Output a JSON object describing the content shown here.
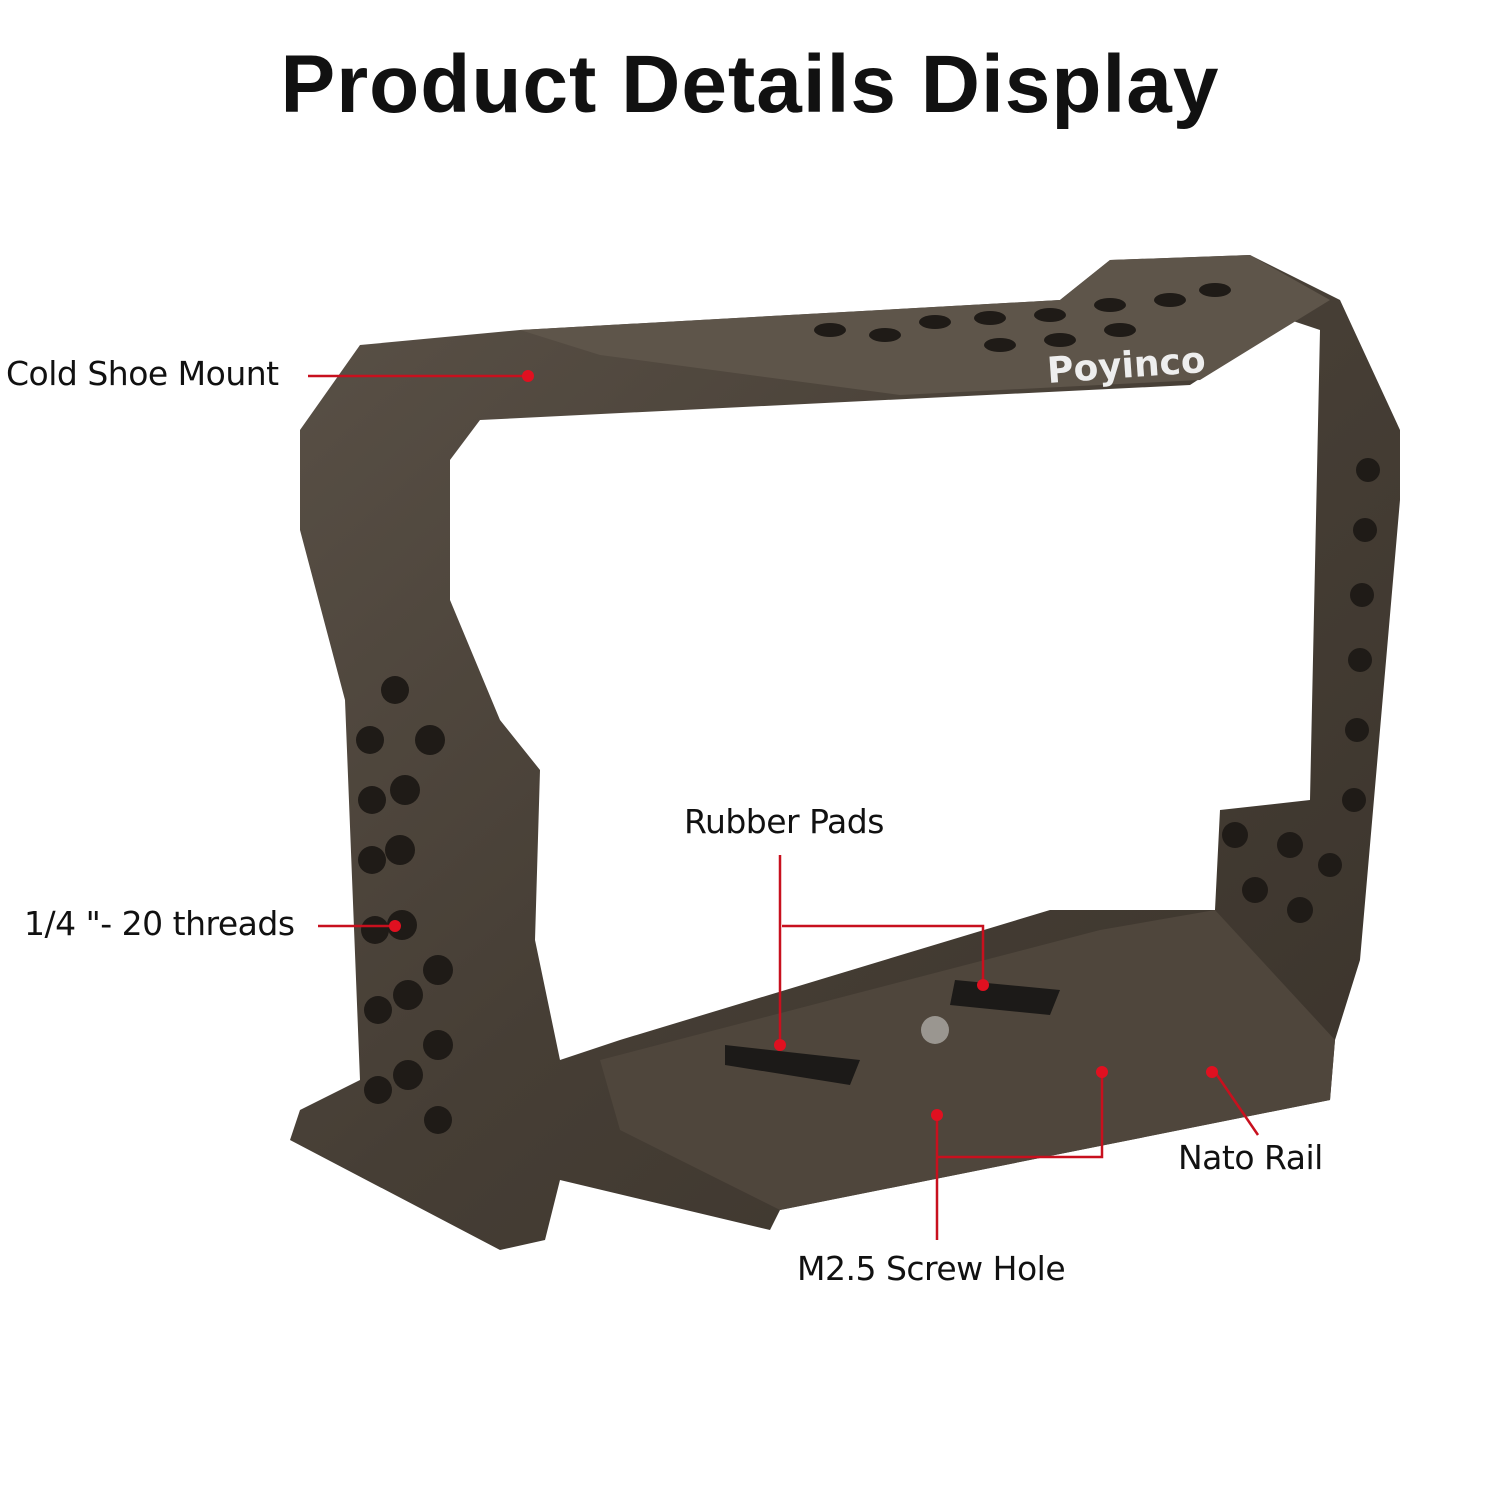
{
  "title": "Product Details Display",
  "brand_logo": "Poyinco",
  "callouts": {
    "cold_shoe": "Cold Shoe Mount",
    "threads": "1/4 \"- 20 threads",
    "rubber_pads": "Rubber Pads",
    "nato_rail": "Nato Rail",
    "screw_hole": "M2.5 Screw Hole"
  },
  "colors": {
    "cage": "#4a4238",
    "callout": "#c8101e"
  }
}
